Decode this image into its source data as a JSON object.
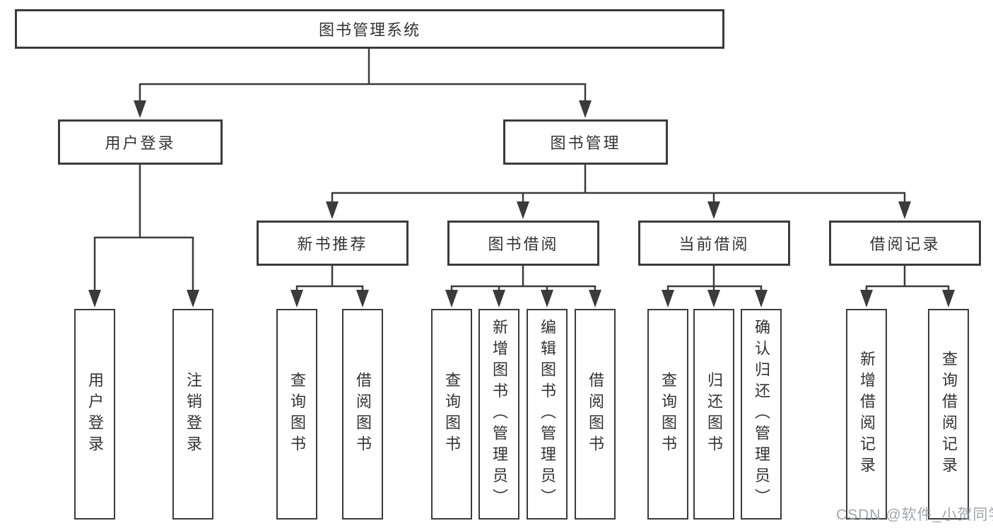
{
  "colors": {
    "line": "#3b3b3b",
    "text": "#333333",
    "background": "#ffffff",
    "watermark": "#9196 9d"
  },
  "tree": {
    "label": "图书管理系统",
    "children": [
      {
        "label": "用户登录",
        "children": [
          {
            "label": "用户登录"
          },
          {
            "label": "注销登录"
          }
        ]
      },
      {
        "label": "图书管理",
        "children": [
          {
            "label": "新书推荐",
            "children": [
              {
                "label": "查询图书"
              },
              {
                "label": "借阅图书"
              }
            ]
          },
          {
            "label": "图书借阅",
            "children": [
              {
                "label": "查询图书"
              },
              {
                "label": "新增图书（管理员）"
              },
              {
                "label": "编辑图书（管理员）"
              },
              {
                "label": "借阅图书"
              }
            ]
          },
          {
            "label": "当前借阅",
            "children": [
              {
                "label": "查询图书"
              },
              {
                "label": "归还图书"
              },
              {
                "label": "确认归还（管理员）"
              }
            ]
          },
          {
            "label": "借阅记录",
            "children": [
              {
                "label": "新增借阅记录"
              },
              {
                "label": "查询借阅记录"
              }
            ]
          }
        ]
      }
    ]
  },
  "watermark": {
    "text": "CSDN @软件_小贺同学"
  }
}
